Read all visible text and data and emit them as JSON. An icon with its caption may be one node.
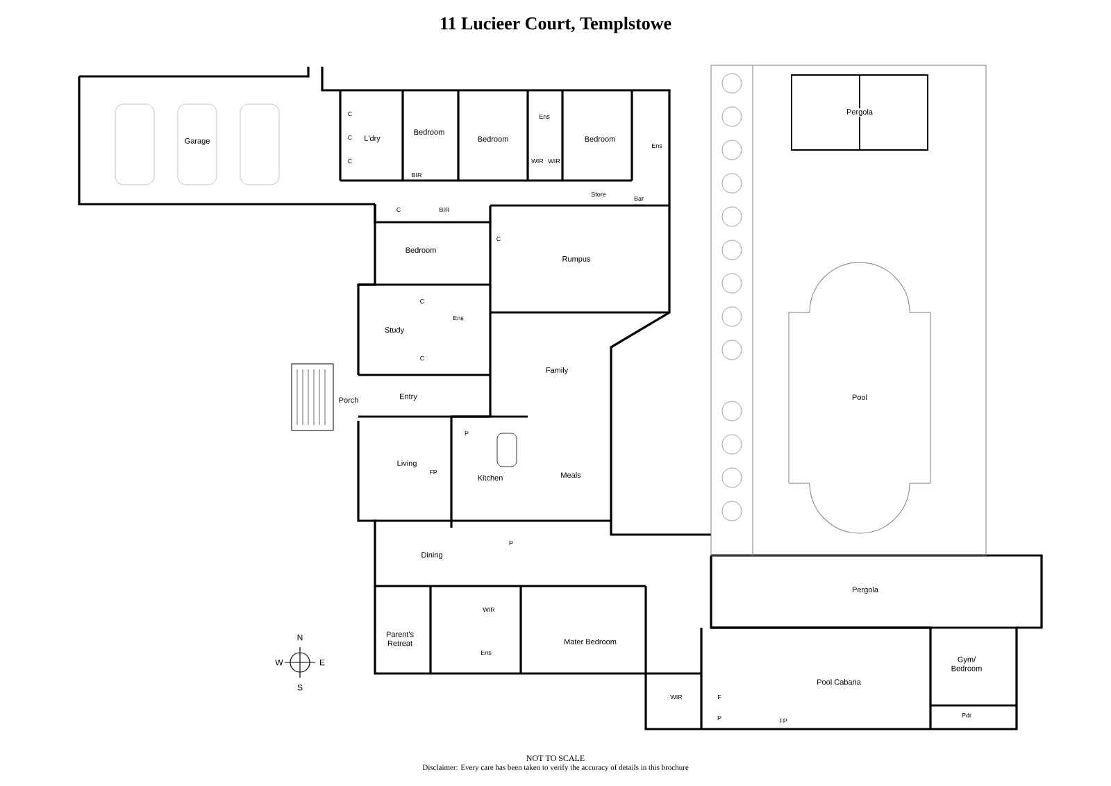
{
  "diagram": {
    "title": "11 Lucieer Court, Templstowe",
    "labels": [
      "Garage",
      "C",
      "C",
      "C",
      "L'dry",
      "Bedroom",
      "Bedroom",
      "Ens",
      "WIR",
      "WIR",
      "Bedroom",
      "Ens",
      "Pergola",
      "BIR",
      "Store",
      "Bar",
      "C",
      "BIR",
      "C",
      "Bedroom",
      "Rumpus",
      "C",
      "Ens",
      "Study",
      "C",
      "Family",
      "Entry",
      "Pool",
      "Porch",
      "P",
      "Living",
      "FP",
      "Meals",
      "Kitchen",
      "P",
      "Dining",
      "Pergola",
      "WIR",
      "Parent's Retreat",
      "N",
      "Mater Bedroom",
      "W",
      "E",
      "Ens",
      "Gym/ Bedroom",
      "Pool Cabana",
      "S",
      "WIR",
      "F",
      "Pdr",
      "P",
      "FP",
      "NOT TO SCALE",
      "Disclaimer: Every care has been taken to verify the accuracy of details in this brochure"
    ]
  }
}
